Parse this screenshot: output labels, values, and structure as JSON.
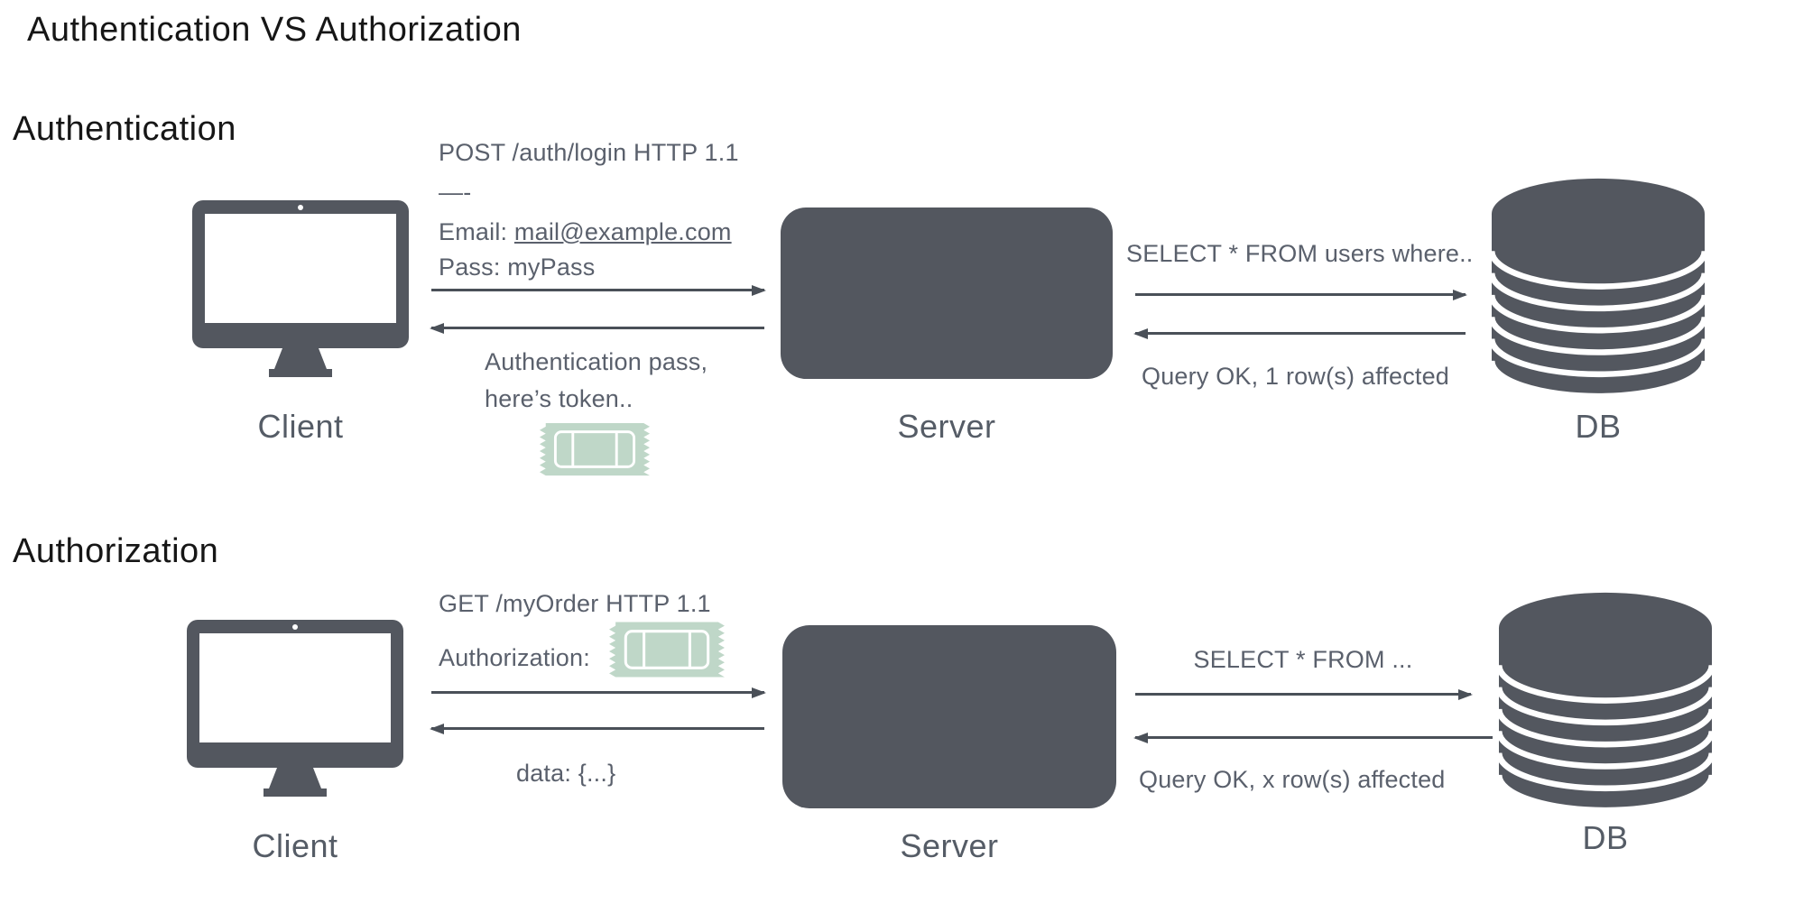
{
  "title": "Authentication VS Authorization",
  "colors": {
    "dark_shape": "#53575f",
    "text_gray": "#5a606c",
    "label_gray": "#555c66",
    "arrow": "#4a5058",
    "ticket_green": "#bfd7c8",
    "heading": "#161616"
  },
  "sections": [
    {
      "heading": "Authentication",
      "client_label": "Client",
      "server_label": "Server",
      "db_label": "DB",
      "request_line1": "POST /auth/login HTTP 1.1",
      "request_line2": "—-",
      "request_email_prefix": "Email: ",
      "request_email": "mail@example.com",
      "request_line4": "Pass: myPass",
      "response_line1": "Authentication pass,",
      "response_line2": "here’s token..",
      "db_request": "SELECT * FROM users where..",
      "db_response": "Query OK, 1 row(s) affected"
    },
    {
      "heading": "Authorization",
      "client_label": "Client",
      "server_label": "Server",
      "db_label": "DB",
      "request_line1": "GET /myOrder HTTP 1.1",
      "request_line2": "Authorization:",
      "response_line1": "data: {...}",
      "db_request": "SELECT * FROM ...",
      "db_response": "Query OK, x row(s) affected"
    }
  ]
}
